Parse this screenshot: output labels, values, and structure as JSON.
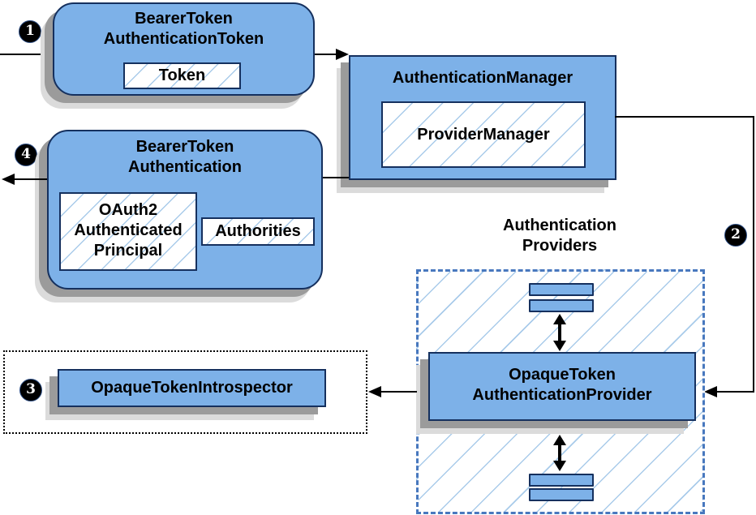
{
  "colors": {
    "canvas_bg": "#FFFFFF",
    "node_fill": "#7DB1E8",
    "node_border": "#15305E",
    "hatch": "#A9CBEA",
    "dash_border": "#4878BE",
    "dot_border": "#000000",
    "arrow": "#000000",
    "badge_bg": "#000000",
    "badge_ring": "#2E4F86",
    "badge_fg": "#FFFFFF",
    "shadow_dark": "#9B9B9B",
    "shadow_light": "#DBDBDB",
    "text": "#000000"
  },
  "badges": {
    "step1": "1",
    "step2": "2",
    "step3": "3",
    "step4": "4"
  },
  "nodes": {
    "bearer_token_authentication_token": {
      "title": "BearerToken\nAuthenticationToken",
      "token_label": "Token"
    },
    "authentication_manager": {
      "title": "AuthenticationManager",
      "provider_manager_label": "ProviderManager"
    },
    "bearer_token_authentication": {
      "title": "BearerToken\nAuthentication",
      "principal_label": "OAuth2\nAuthenticated\nPrincipal",
      "authorities_label": "Authorities"
    },
    "authentication_providers_group": {
      "label": "Authentication\nProviders"
    },
    "opaque_token_authentication_provider": {
      "title": "OpaqueToken\nAuthenticationProvider"
    },
    "opaque_token_introspector": {
      "title": "OpaqueTokenIntrospector"
    }
  }
}
